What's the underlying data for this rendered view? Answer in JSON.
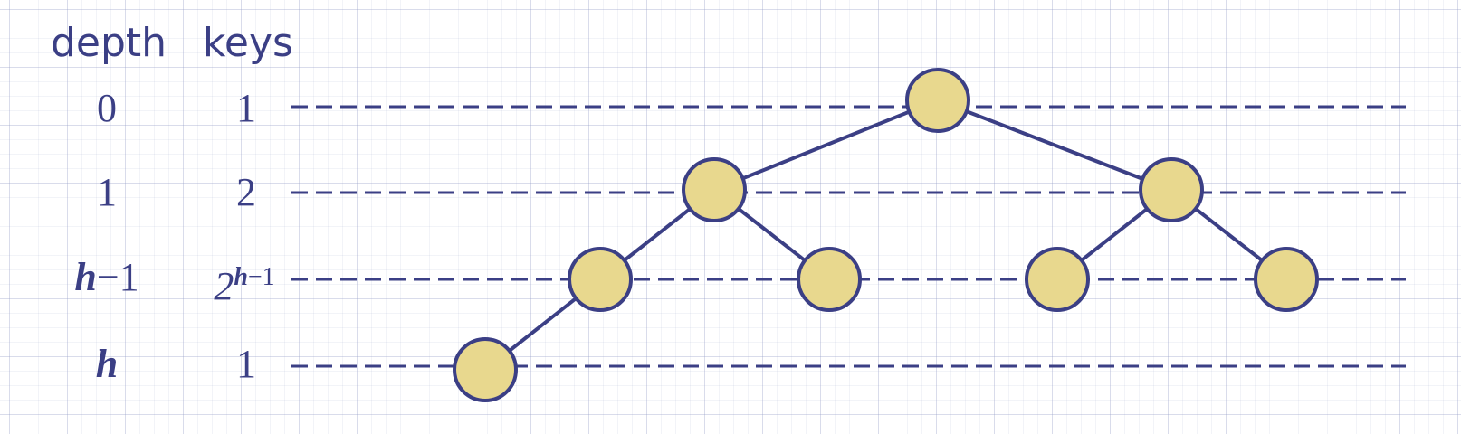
{
  "headers": {
    "depth": "depth",
    "keys": "keys"
  },
  "rows": [
    {
      "depth": "0",
      "keys": "1"
    },
    {
      "depth": "1",
      "keys": "2"
    },
    {
      "depth_var": "h",
      "depth_rest": "−1",
      "keys_base": "2",
      "keys_exp_var": "h",
      "keys_exp_rest": "−1"
    },
    {
      "depth_var": "h",
      "keys": "1"
    }
  ],
  "colors": {
    "text": "#3b3f85",
    "line": "#3b3f85",
    "node_fill": "#e8d88e",
    "node_stroke": "#3b3f85"
  }
}
